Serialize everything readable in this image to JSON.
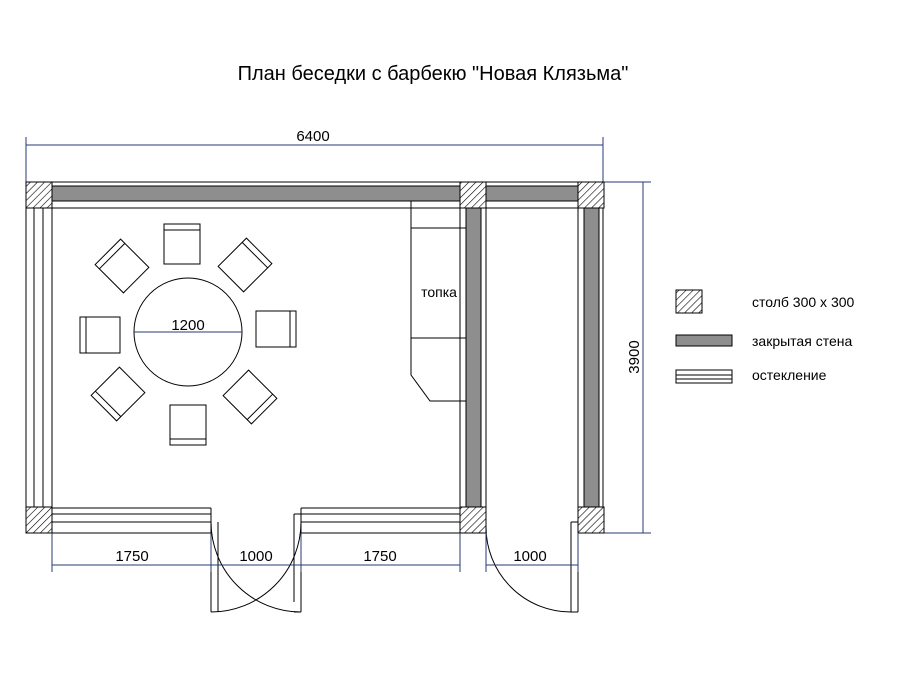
{
  "title": "План беседки с барбекю \"Новая Клязьма\"",
  "dimensions": {
    "total_width": "6400",
    "total_depth": "3900",
    "table_diameter": "1200",
    "bottom_segment_1": "1750",
    "bottom_door_1": "1000",
    "bottom_segment_2": "1750",
    "bottom_door_2": "1000"
  },
  "labels": {
    "firebox": "топка"
  },
  "legend": {
    "post": "столб 300 х 300",
    "closed_wall": "закрытая стена",
    "glazing": "остекление"
  },
  "colors": {
    "wall_fill": "#8e8e8e",
    "dimension_line": "#2a3a7a",
    "outline": "#000000"
  }
}
